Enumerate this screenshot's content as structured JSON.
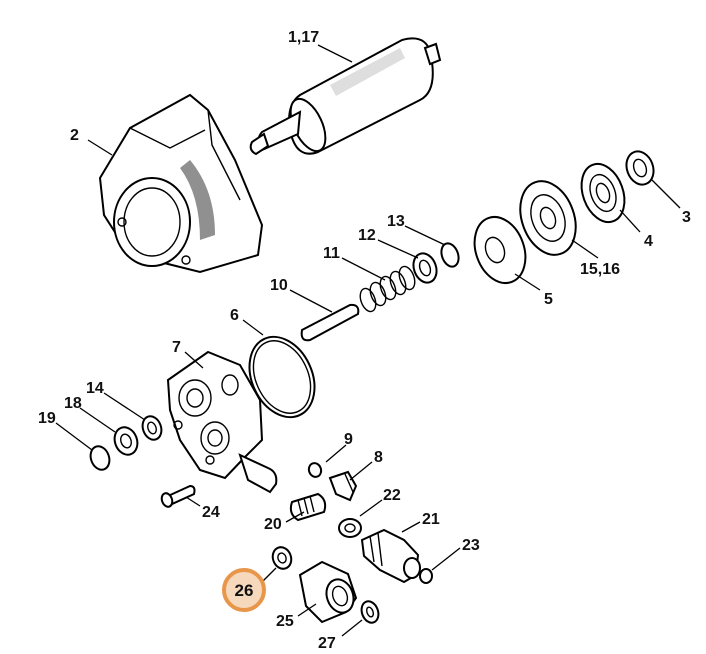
{
  "labels": {
    "p1_17": "1,17",
    "p2": "2",
    "p3": "3",
    "p4": "4",
    "p5": "5",
    "p6": "6",
    "p7": "7",
    "p8": "8",
    "p9": "9",
    "p10": "10",
    "p11": "11",
    "p12": "12",
    "p13": "13",
    "p14": "14",
    "p15_16": "15,16",
    "p18": "18",
    "p19": "19",
    "p20": "20",
    "p21": "21",
    "p22": "22",
    "p23": "23",
    "p24": "24",
    "p25": "25",
    "p26": "26",
    "p27": "27"
  },
  "highlight": {
    "part": "26",
    "color": "#e8964a"
  }
}
